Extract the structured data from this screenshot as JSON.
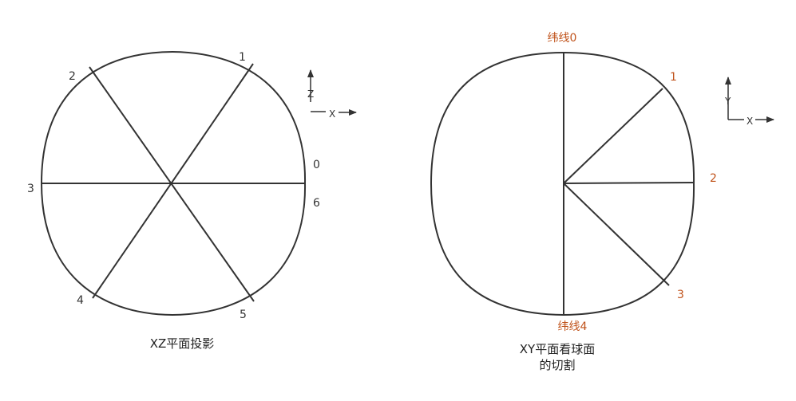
{
  "left": {
    "labels": [
      "0",
      "1",
      "2",
      "3",
      "4",
      "5",
      "6"
    ],
    "axis": {
      "vertical": "Z",
      "horizontal": "X"
    },
    "caption": "XZ平面投影"
  },
  "right": {
    "top_label": "纬线0",
    "bottom_label": "纬线4",
    "labels": [
      "1",
      "2",
      "3"
    ],
    "axis": {
      "vertical": "Y",
      "horizontal": "X"
    },
    "caption_lines": [
      "XY平面看球面",
      "的切割"
    ]
  },
  "colors": {
    "stroke": "#333333",
    "accent": "#c0531b"
  }
}
